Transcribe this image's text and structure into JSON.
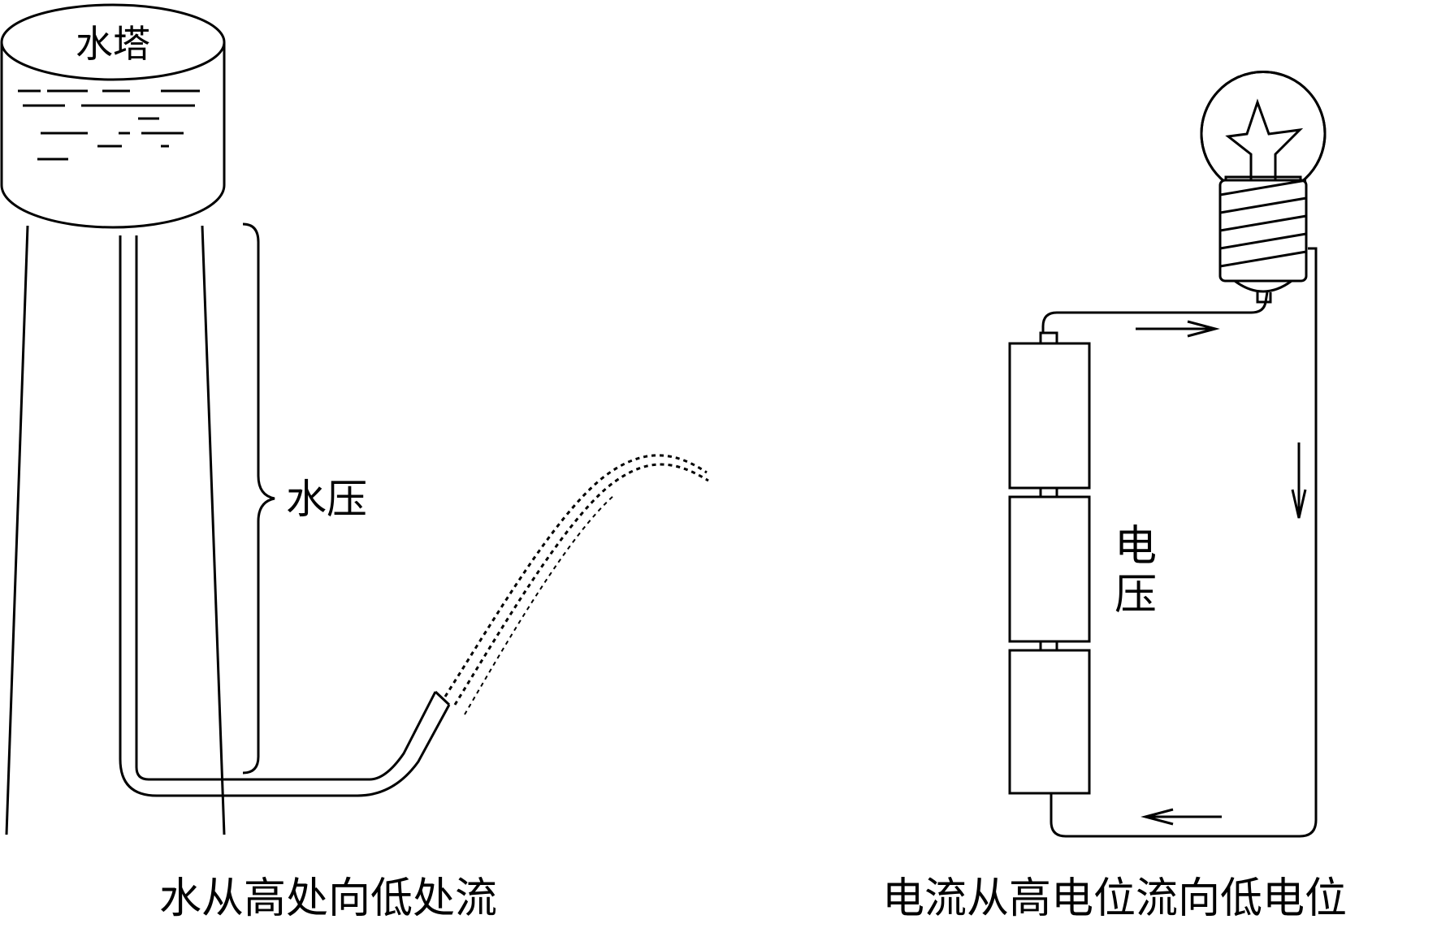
{
  "water_tower": {
    "tank_label": "水塔",
    "pressure_label": "水压",
    "caption": "水从高处向低处流"
  },
  "circuit": {
    "voltage_label_line1": "电",
    "voltage_label_line2": "压",
    "caption": "电流从高电位流向低电位"
  },
  "colors": {
    "ink": "#000000",
    "background": "#ffffff"
  }
}
